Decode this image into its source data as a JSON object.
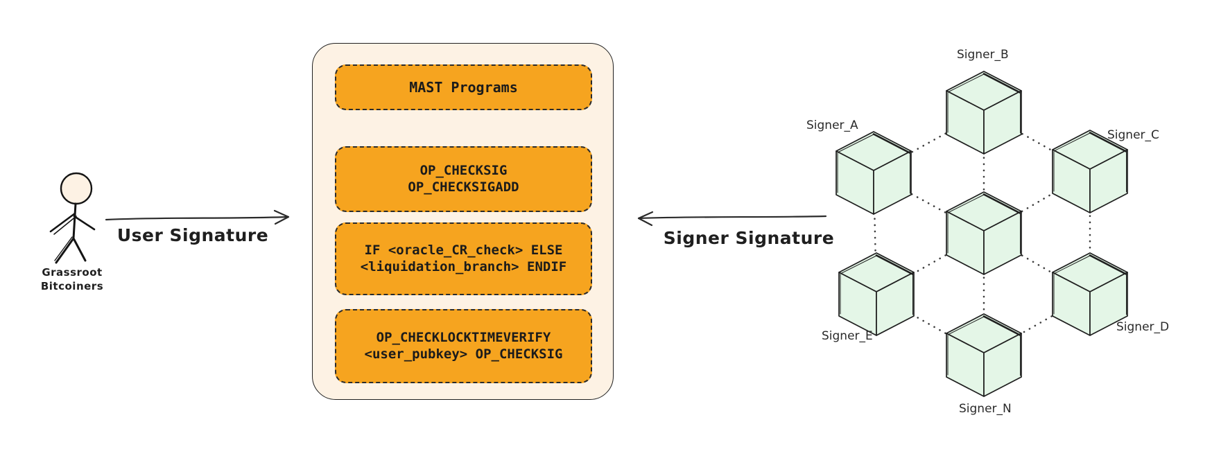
{
  "actor": {
    "label": "Grassroot\nBitcoiners"
  },
  "arrows": {
    "user_label": "User Signature",
    "signer_label": "Signer Signature"
  },
  "script_container": {
    "boxes": [
      {
        "label": "MAST Programs"
      },
      {
        "label": "OP_CHECKSIG\nOP_CHECKSIGADD"
      },
      {
        "label": "IF <oracle_CR_check> ELSE\n<liquidation_branch> ENDIF"
      },
      {
        "label": "OP_CHECKLOCKTIMEVERIFY\n<user_pubkey> OP_CHECKSIG"
      }
    ]
  },
  "network": {
    "signers": [
      {
        "id": "A",
        "label": "Signer_A"
      },
      {
        "id": "B",
        "label": "Signer_B"
      },
      {
        "id": "C",
        "label": "Signer_C"
      },
      {
        "id": "D",
        "label": "Signer_D"
      },
      {
        "id": "E",
        "label": "Signer_E"
      },
      {
        "id": "N",
        "label": "Signer_N"
      }
    ],
    "center_node": {
      "label": ""
    }
  },
  "colors": {
    "container_fill": "#fdf2e4",
    "codebox_fill": "#f6a41f",
    "cube_fill": "#e4f6e7",
    "ink": "#1f1f1f",
    "dotted": "#3d3d3d"
  }
}
